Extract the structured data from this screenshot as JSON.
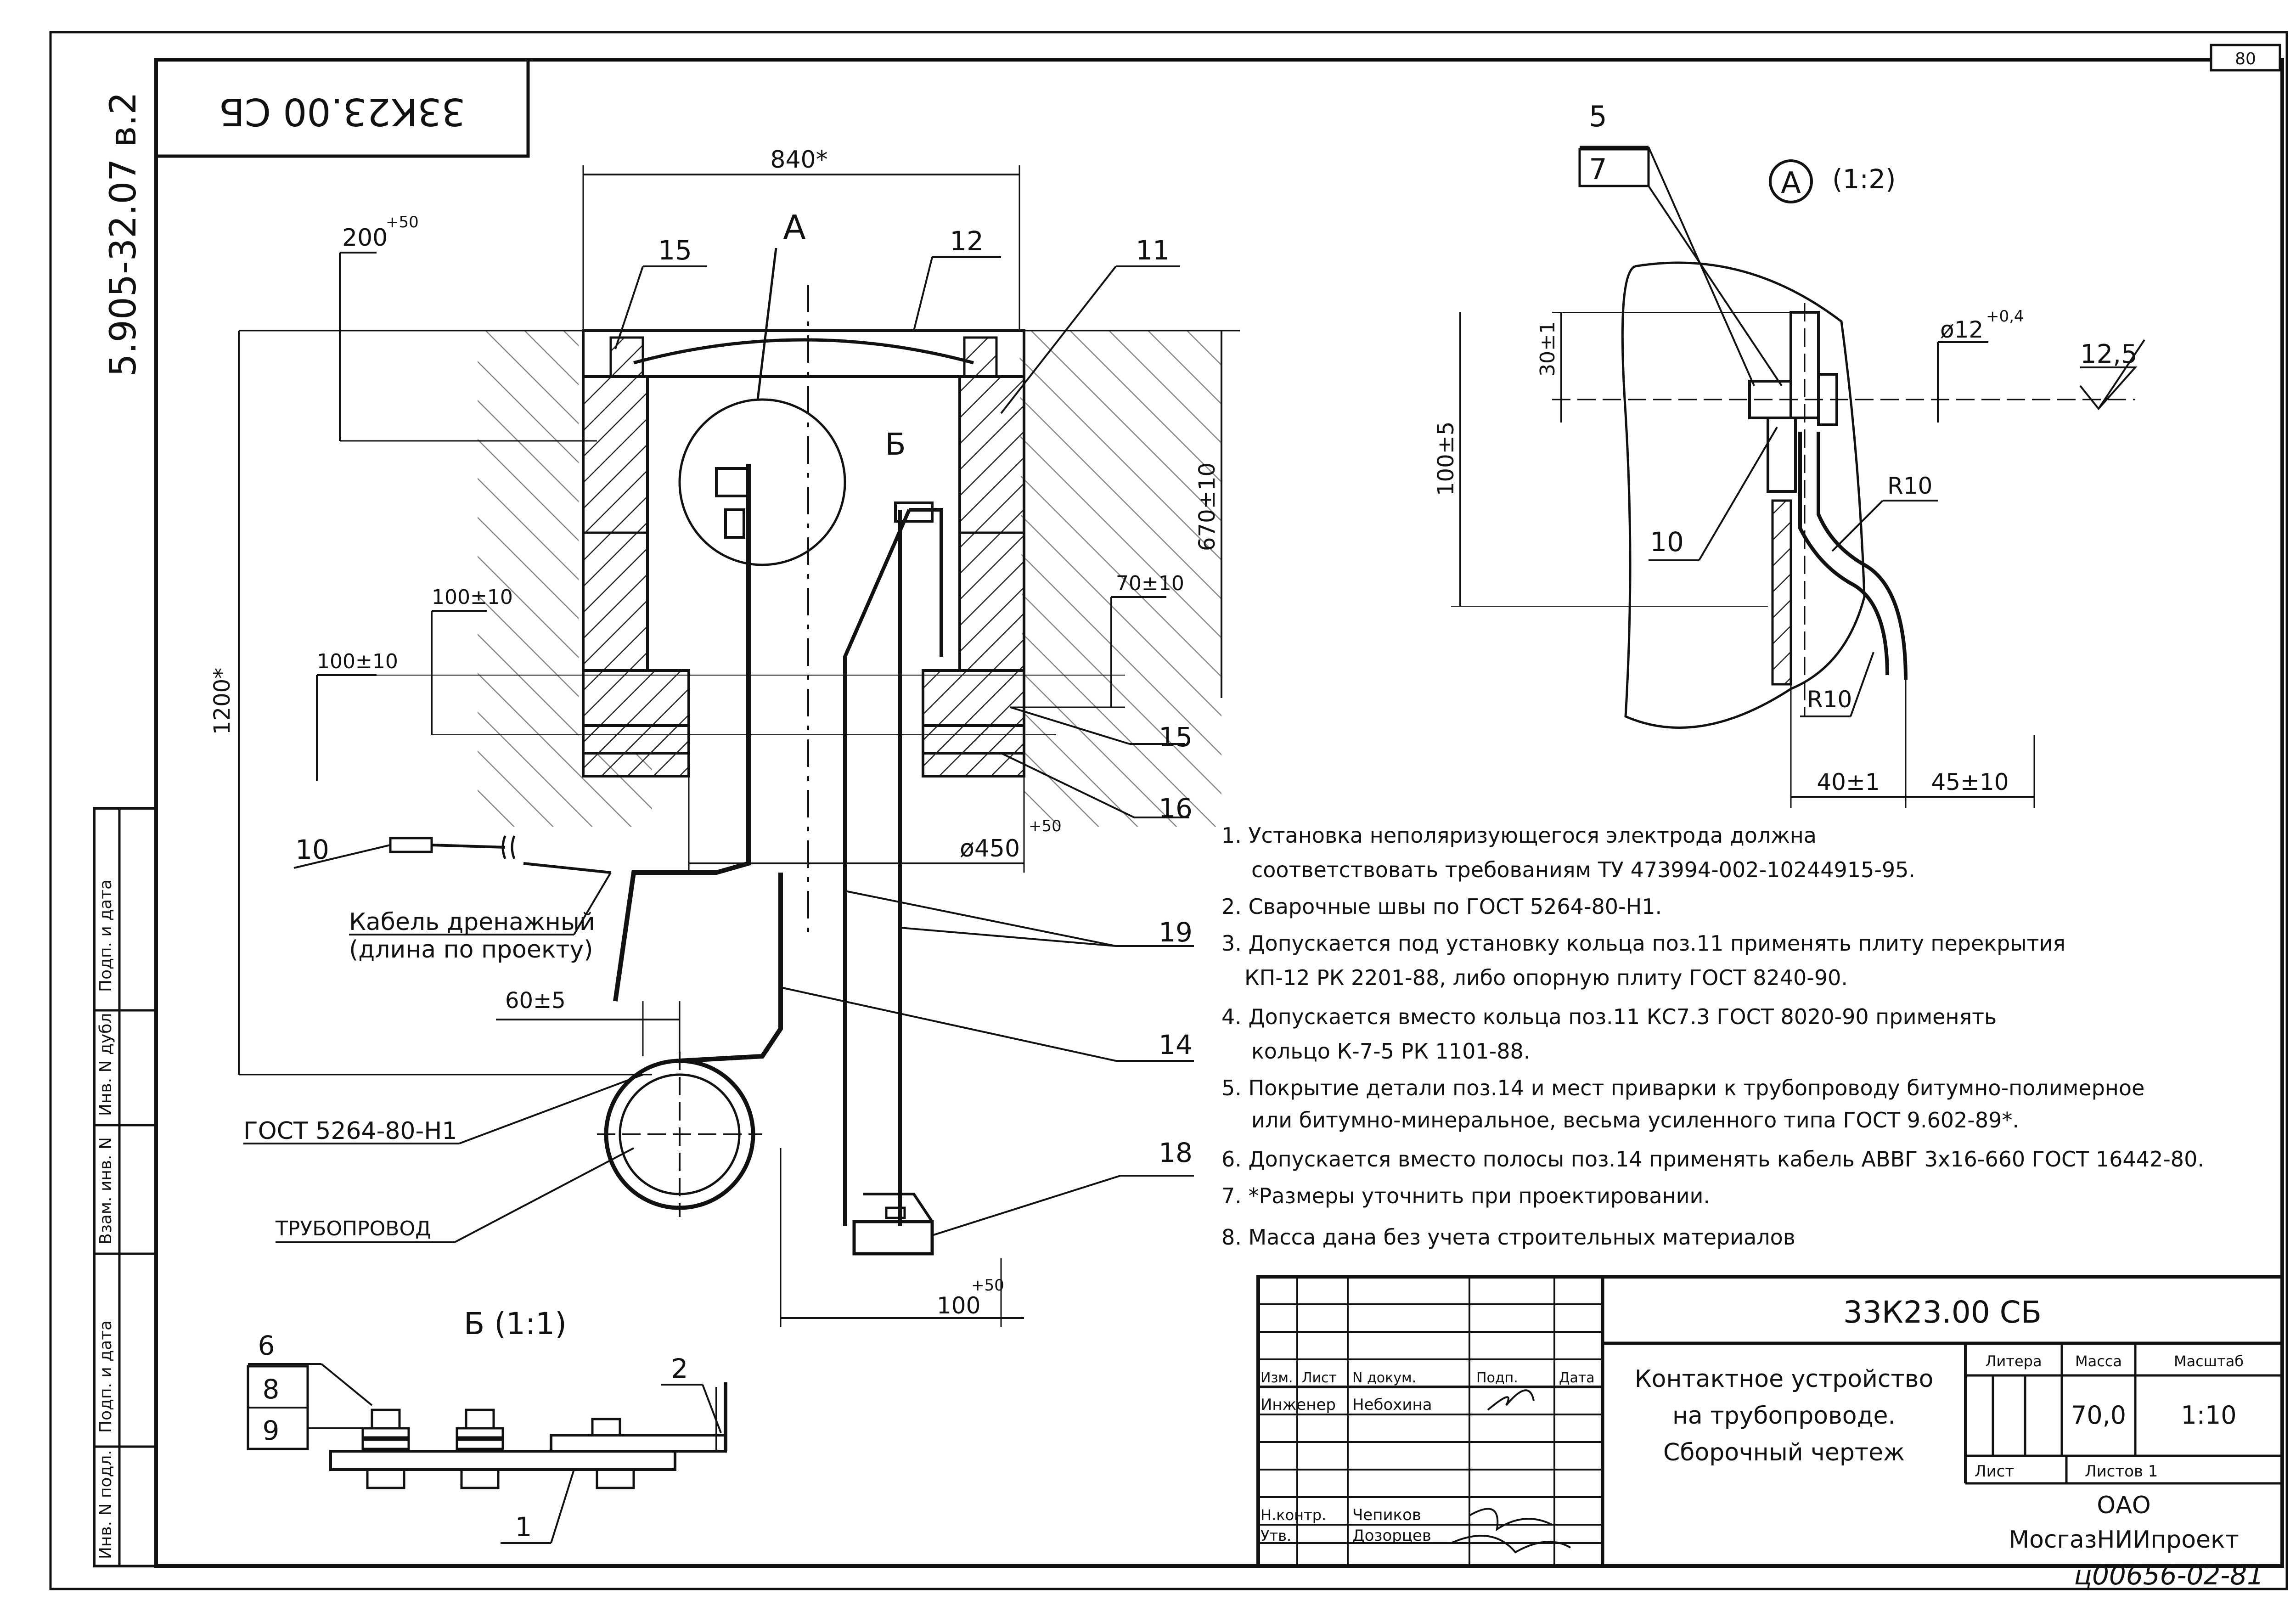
{
  "sheet_number": "80",
  "archive_number": "5.905-32.07 в.2",
  "stamp_code": "33К23.00 СБ",
  "section_A": {
    "marker": "А",
    "title_letter": "А",
    "scale": "(1:2)"
  },
  "section_B": {
    "marker": "Б",
    "title": "Б (1:1)"
  },
  "main_dims": {
    "width_top": "840*",
    "depth": "200",
    "depth_tol": "+50",
    "height_670": "670±10",
    "height_1200": "1200*",
    "d100a": "100±10",
    "d100b": "100±10",
    "d70": "70±10",
    "diameter": "ø450",
    "diameter_tol": "+50",
    "d60": "60±5",
    "d100_bottom": "100",
    "d100_bottom_tol": "+50"
  },
  "callouts": [
    "15",
    "12",
    "11",
    "15",
    "16",
    "10",
    "19",
    "14",
    "18"
  ],
  "cable_label": [
    "Кабель дренажный",
    "(длина по проекту)"
  ],
  "weld_label": "ГОСТ 5264-80-Н1",
  "pipe_label": "ТРУБОПРОВОД",
  "detail_A": {
    "callouts": [
      "5",
      "7",
      "10"
    ],
    "d30": "30±1",
    "d12": "ø12",
    "d12_tol": "+0,4",
    "roughness": "12,5",
    "r10a": "R10",
    "r10b": "R10",
    "d100": "100±5",
    "d40": "40±1",
    "d45": "45±10"
  },
  "detail_B": {
    "callouts": [
      "6",
      "8",
      "9",
      "2",
      "1"
    ]
  },
  "notes": [
    "1. Установка неполяризующегося электрода должна",
    "соответствовать требованиям ТУ 473994-002-10244915-95.",
    "2. Сварочные швы по ГОСТ 5264-80-Н1.",
    "3. Допускается под установку кольца поз.11 применять плиту перекрытия",
    "КП-12 РК 2201-88, либо опорную плиту ГОСТ 8240-90.",
    "4. Допускается вместо кольца поз.11 КС7.3 ГОСТ 8020-90 применять",
    "кольцо К-7-5 РК 1101-88.",
    "5. Покрытие детали поз.14 и мест приварки к трубопроводу  битумно-полимерное",
    "или битумно-минеральное, весьма усиленного типа ГОСТ 9.602-89*.",
    "6. Допускается вместо полосы поз.14 применять кабель АВВГ 3х16-660 ГОСТ 16442-80.",
    "7. *Размеры уточнить при проектировании.",
    "8. Масса дана без учета строительных материалов"
  ],
  "side_labels": [
    "Инв. N подл.",
    "Подп. и дата",
    "Взам. инв. N",
    "Инв. N дубл.",
    "Подп. и дата"
  ],
  "title_block": {
    "code": "33К23.00 СБ",
    "name": [
      "Контактное устройство",
      "на трубопроводе.",
      "Сборочный чертеж"
    ],
    "litera_label": "Литера",
    "mass_label": "Масса",
    "scale_label": "Масштаб",
    "mass": "70,0",
    "scale": "1:10",
    "sheet_label": "Лист",
    "sheets_label": "Листов  1",
    "org": [
      "ОАО",
      "МосгазНИИпроект"
    ],
    "doc_number": "ц00656-02-81",
    "hdr_izm": "Изм.",
    "hdr_list": "Лист",
    "hdr_ndok": "N докум.",
    "hdr_podp": "Подп.",
    "hdr_data": "Дата",
    "roles": [
      "Инженер",
      "Н.контр.",
      "Утв."
    ],
    "names": [
      "Небохина",
      "Чепиков",
      "Дозорцев"
    ]
  }
}
